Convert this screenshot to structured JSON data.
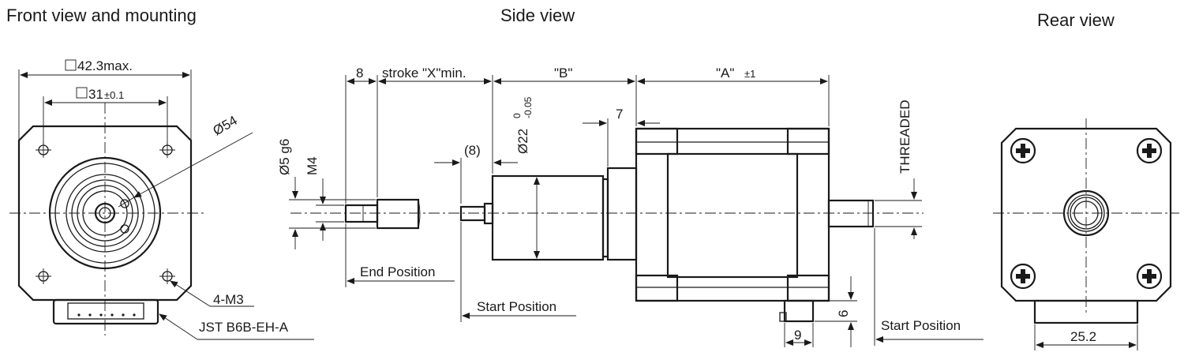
{
  "views": {
    "front": {
      "title": "Front view and mounting",
      "dims": {
        "outer": "42.3max.",
        "pitch": "31",
        "pitch_tol": "±0.1",
        "flange_diameter": "Ø54",
        "screws": "4-M3",
        "connector": "JST B6B-EH-A"
      }
    },
    "side": {
      "title": "Side view",
      "dims": {
        "nut": "8",
        "stroke": "stroke \"X\"min.",
        "b_len": "\"B\"",
        "a_len": "\"A\"",
        "a_tol": "±1",
        "collar": "7",
        "gap": "(8)",
        "boss_diameter": "Ø22",
        "boss_tol_upper": "0",
        "boss_tol_lower": "-0.05",
        "shaft_diameter": "Ø5 g6",
        "thread": "M4",
        "threaded": "THREADED",
        "end_position": "End Position",
        "start_position": "Start Position",
        "connector_height": "6",
        "connector_width": "9"
      }
    },
    "rear": {
      "title": "Rear view",
      "start_position": "Start Position",
      "dims": {
        "tab_width": "25.2"
      }
    }
  }
}
